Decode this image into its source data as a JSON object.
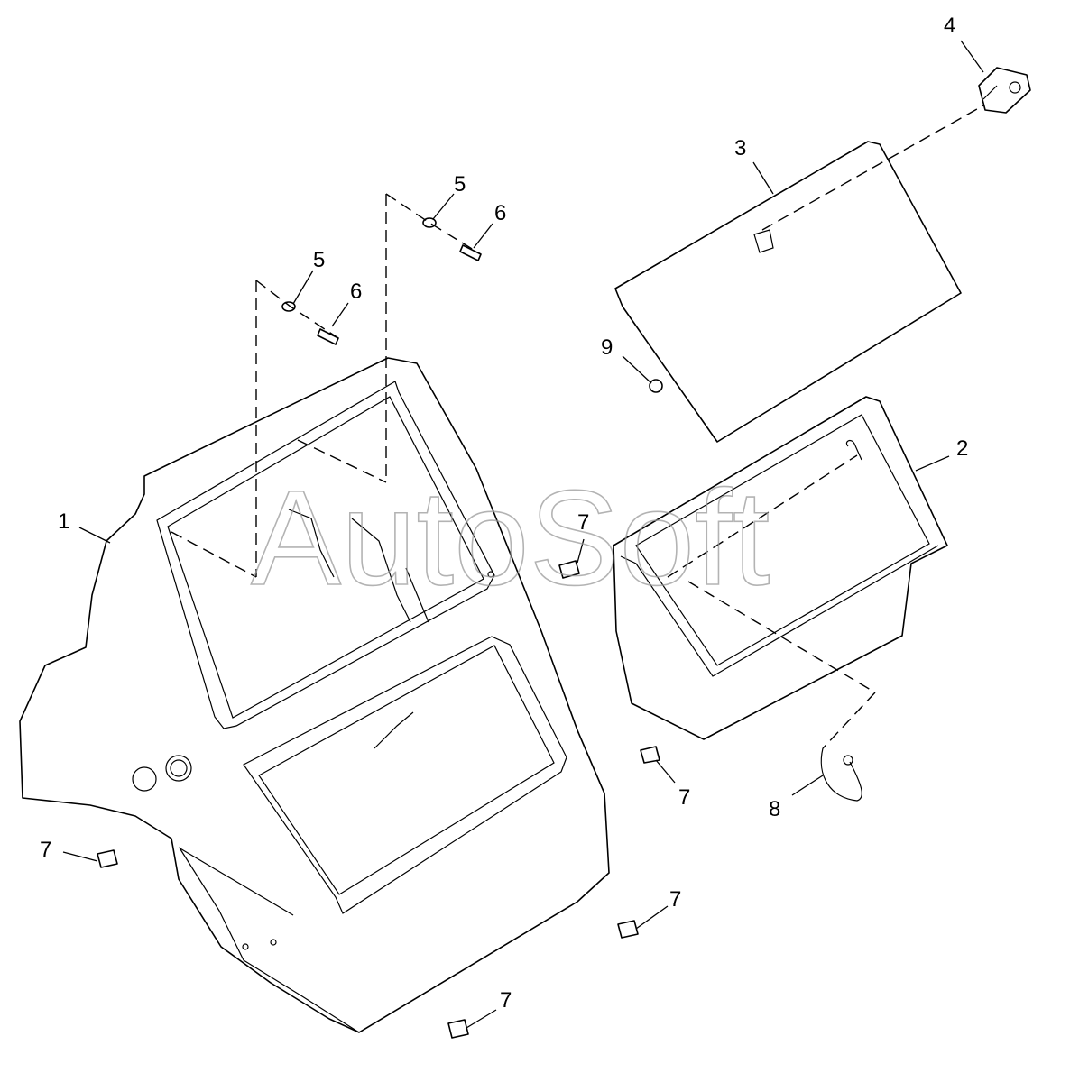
{
  "watermark": "AutoSoft",
  "callouts": {
    "c1": "1",
    "c2": "2",
    "c3": "3",
    "c4": "4",
    "c5a": "5",
    "c5b": "5",
    "c6a": "6",
    "c6b": "6",
    "c7a": "7",
    "c7b": "7",
    "c7c": "7",
    "c7d": "7",
    "c7e": "7",
    "c8": "8",
    "c9": "9"
  },
  "colors": {
    "line": "#000000",
    "watermark": "#9a9a9a"
  }
}
